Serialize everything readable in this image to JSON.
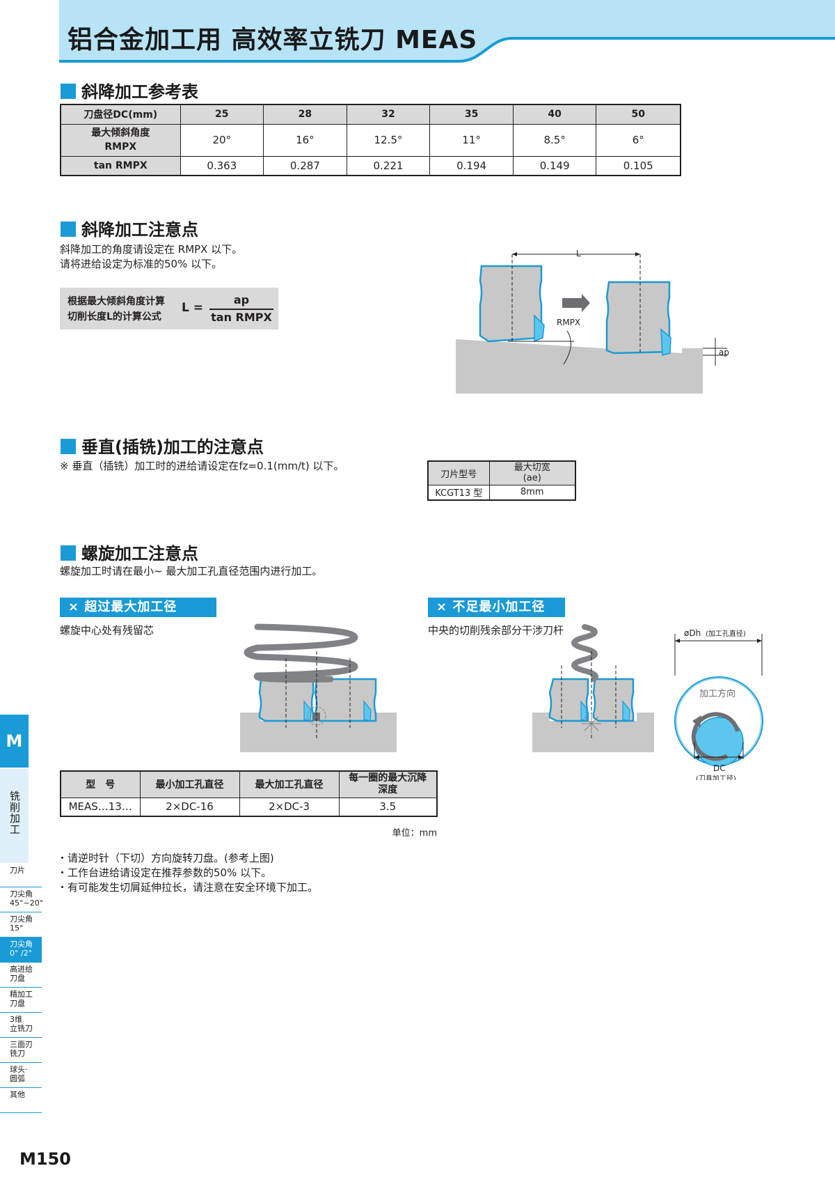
{
  "header": {
    "title": "铝合金加工用 高效率立铣刀 MEAS"
  },
  "ramping_table": {
    "title": "斜降加工参考表",
    "row_headers": [
      "刀盘径DC(mm)",
      "最大倾斜角度",
      "RMPX",
      "tan RMPX"
    ],
    "diameters": [
      "25",
      "28",
      "32",
      "35",
      "40",
      "50"
    ],
    "angles": [
      "20°",
      "16°",
      "12.5°",
      "11°",
      "8.5°",
      "6°"
    ],
    "tan_values": [
      "0.363",
      "0.287",
      "0.221",
      "0.194",
      "0.149",
      "0.105"
    ]
  },
  "ramping_notes": {
    "title": "斜降加工注意点",
    "lines": [
      "斜降加工的角度请设定在 RMPX 以下。",
      "请将进给设定为标准的50% 以下。"
    ],
    "formula_label_1": "根据最大倾斜角度计算",
    "formula_label_2": "切削长度L的计算公式",
    "formula_lhs": "L =",
    "formula_num": "ap",
    "formula_den": "tan RMPX",
    "diagram_labels": {
      "length": "L",
      "angle": "RMPX",
      "depth": "ap"
    }
  },
  "plunge_section": {
    "title": "垂直(插铣)加工的注意点",
    "note": "※ 垂直（插铣）加工时的进给请设定在fz=0.1(mm/t) 以下。",
    "table_headers": [
      "刀片型号",
      "最大切宽",
      "(ae)"
    ],
    "table_row": [
      "KCGT13 型",
      "8mm"
    ]
  },
  "helical_section": {
    "title": "螺旋加工注意点",
    "note": "螺旋加工时请在最小~ 最大加工孔直径范围内进行加工。",
    "tag_left": "× 超过最大加工径",
    "desc_left": "螺旋中心处有残留芯",
    "tag_right": "× 不足最小加工径",
    "desc_right": "中央的切削残余部分干涉刀杆",
    "diagram_labels": {
      "hole_dia": "øDh",
      "hole_dia_note": "(加工孔直径)",
      "direction": "加工方向",
      "dc": "DC",
      "dc_note": "(刀具加工径)"
    },
    "table_headers": [
      "型　号",
      "最小加工孔直径",
      "最大加工孔直径",
      "每一圈的最大沉降",
      "深度"
    ],
    "table_row": [
      "MEAS…13…",
      "2×DC-16",
      "2×DC-3",
      "3.5"
    ],
    "unit": "单位：mm"
  },
  "bullets": [
    "・请逆时针（下切）方向旋转刀盘。(参考上图)",
    "・工作台进给请设定在推荐参数的50% 以下。",
    "・有可能发生切屑延伸拉长，请注意在安全环境下加工。"
  ],
  "side_nav": {
    "letter": "M",
    "category": "铣削加工",
    "items": [
      {
        "line1": "刀片",
        "line2": ""
      },
      {
        "line1": "刀尖角",
        "line2": "45°~20°"
      },
      {
        "line1": "刀尖角",
        "line2": "15°"
      },
      {
        "line1": "刀尖角",
        "line2": "0° /2°"
      },
      {
        "line1": "高进给",
        "line2": "刀盘"
      },
      {
        "line1": "精加工",
        "line2": "刀盘"
      },
      {
        "line1": "3维",
        "line2": "立铣刀"
      },
      {
        "line1": "三面刃",
        "line2": "铣刀"
      },
      {
        "line1": "球头·",
        "line2": "圆弧"
      },
      {
        "line1": "其他",
        "line2": ""
      }
    ],
    "active_index": 3
  },
  "footer": {
    "page_number": "M150"
  },
  "colors": {
    "accent": "#1a9ad6",
    "header_bg": "#b7e3f7",
    "table_header": "#d9d9d9",
    "diagram_gray": "#c8c8c8"
  }
}
